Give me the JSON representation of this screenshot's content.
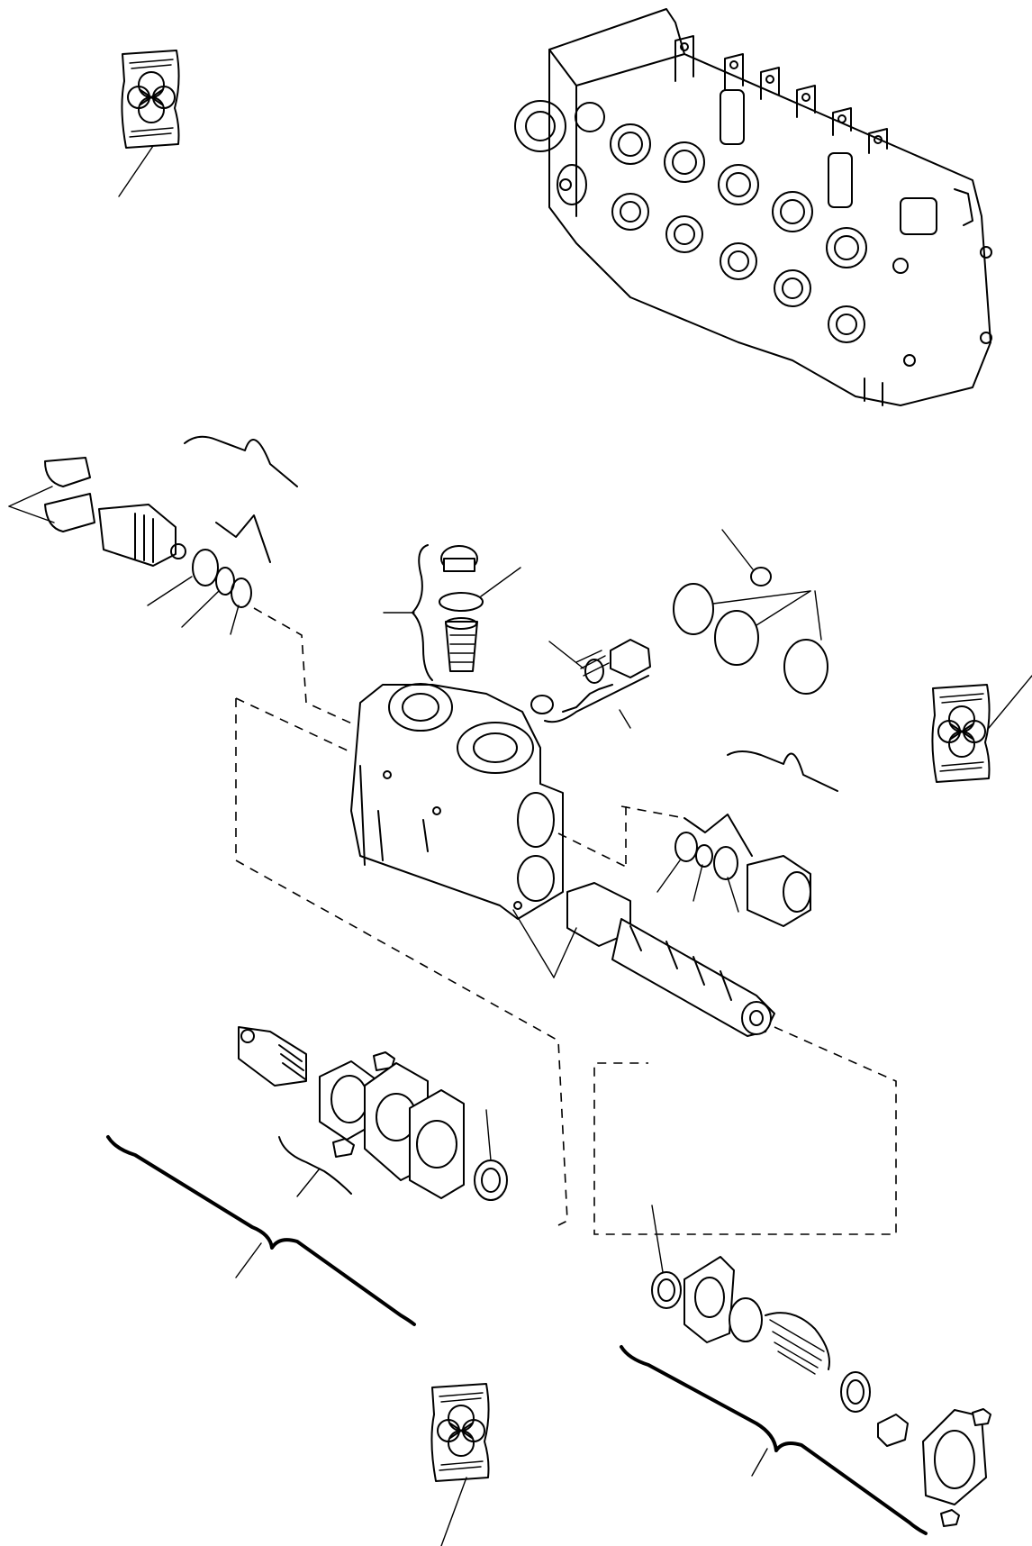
{
  "diagram": {
    "type": "exploded-parts-view",
    "labels": []
  },
  "icons": {
    "service_kit": "kit-book-icon",
    "valve_assembly": "control-valve-assembly",
    "section_body": "valve-section-body"
  }
}
